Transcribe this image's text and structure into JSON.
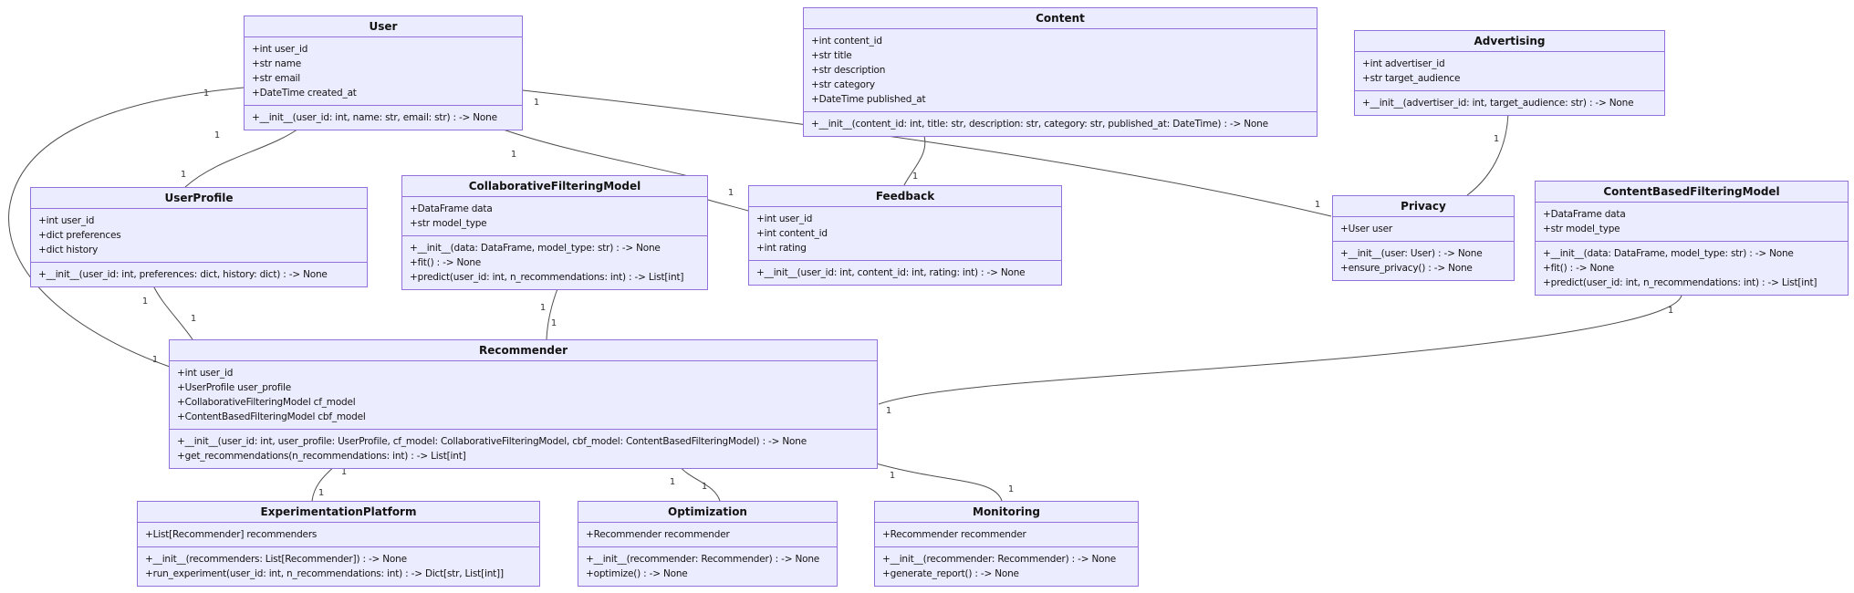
{
  "diagram": {
    "type": "uml-class-diagram",
    "colors": {
      "box_fill": "#ECECFF",
      "box_border": "#9370DB",
      "edge_line": "#4d4d4d",
      "background": "#ffffff"
    },
    "classes": [
      {
        "id": "user",
        "name": "User",
        "attributes": [
          "+int user_id",
          "+str name",
          "+str email",
          "+DateTime created_at"
        ],
        "methods": [
          "+__init__(user_id: int, name: str, email: str) : -> None"
        ]
      },
      {
        "id": "content",
        "name": "Content",
        "attributes": [
          "+int content_id",
          "+str title",
          "+str description",
          "+str category",
          "+DateTime published_at"
        ],
        "methods": [
          "+__init__(content_id: int, title: str, description: str, category: str, published_at: DateTime) : -> None"
        ]
      },
      {
        "id": "advertising",
        "name": "Advertising",
        "attributes": [
          "+int advertiser_id",
          "+str target_audience"
        ],
        "methods": [
          "+__init__(advertiser_id: int, target_audience: str) : -> None"
        ]
      },
      {
        "id": "user_profile",
        "name": "UserProfile",
        "attributes": [
          "+int user_id",
          "+dict preferences",
          "+dict history"
        ],
        "methods": [
          "+__init__(user_id: int, preferences: dict, history: dict) : -> None"
        ]
      },
      {
        "id": "collaborative_filtering_model",
        "name": "CollaborativeFilteringModel",
        "attributes": [
          "+DataFrame data",
          "+str model_type"
        ],
        "methods": [
          "+__init__(data: DataFrame, model_type: str) : -> None",
          "+fit() : -> None",
          "+predict(user_id: int, n_recommendations: int) : -> List[int]"
        ]
      },
      {
        "id": "feedback",
        "name": "Feedback",
        "attributes": [
          "+int user_id",
          "+int content_id",
          "+int rating"
        ],
        "methods": [
          "+__init__(user_id: int, content_id: int, rating: int) : -> None"
        ]
      },
      {
        "id": "privacy",
        "name": "Privacy",
        "attributes": [
          "+User user"
        ],
        "methods": [
          "+__init__(user: User) : -> None",
          "+ensure_privacy() : -> None"
        ]
      },
      {
        "id": "content_based_filtering_model",
        "name": "ContentBasedFilteringModel",
        "attributes": [
          "+DataFrame data",
          "+str model_type"
        ],
        "methods": [
          "+__init__(data: DataFrame, model_type: str) : -> None",
          "+fit() : -> None",
          "+predict(user_id: int, n_recommendations: int) : -> List[int]"
        ]
      },
      {
        "id": "recommender",
        "name": "Recommender",
        "attributes": [
          "+int user_id",
          "+UserProfile user_profile",
          "+CollaborativeFilteringModel cf_model",
          "+ContentBasedFilteringModel cbf_model"
        ],
        "methods": [
          "+__init__(user_id: int, user_profile: UserProfile, cf_model: CollaborativeFilteringModel, cbf_model: ContentBasedFilteringModel) : -> None",
          "+get_recommendations(n_recommendations: int) : -> List[int]"
        ]
      },
      {
        "id": "experimentation_platform",
        "name": "ExperimentationPlatform",
        "attributes": [
          "+List[Recommender] recommenders"
        ],
        "methods": [
          "+__init__(recommenders: List[Recommender]) : -> None",
          "+run_experiment(user_id: int, n_recommendations: int) : -> Dict[str, List[int]]"
        ]
      },
      {
        "id": "optimization",
        "name": "Optimization",
        "attributes": [
          "+Recommender recommender"
        ],
        "methods": [
          "+__init__(recommender: Recommender) : -> None",
          "+optimize() : -> None"
        ]
      },
      {
        "id": "monitoring",
        "name": "Monitoring",
        "attributes": [
          "+Recommender recommender"
        ],
        "methods": [
          "+__init__(recommender: Recommender) : -> None",
          "+generate_report() : -> None"
        ]
      }
    ],
    "relationships": [
      {
        "from": "User",
        "to": "UserProfile",
        "from_multiplicity": "1",
        "to_multiplicity": "1"
      },
      {
        "from": "User",
        "to": "Recommender",
        "from_multiplicity": "1",
        "to_multiplicity": "1"
      },
      {
        "from": "User",
        "to": "CollaborativeFilteringModel",
        "from_multiplicity": "1"
      },
      {
        "from": "CollaborativeFilteringModel",
        "to": "Feedback",
        "to_multiplicity": "1"
      },
      {
        "from": "Content",
        "to": "Feedback",
        "to_multiplicity": "1"
      },
      {
        "from": "User",
        "to": "Privacy",
        "from_multiplicity": "1",
        "to_multiplicity": "1"
      },
      {
        "from": "Advertising",
        "to": "Privacy",
        "from_multiplicity": "1"
      },
      {
        "from": "UserProfile",
        "to": "Recommender",
        "from_multiplicity": "1",
        "to_multiplicity": "1"
      },
      {
        "from": "CollaborativeFilteringModel",
        "to": "Recommender",
        "from_multiplicity": "1",
        "to_multiplicity": "1"
      },
      {
        "from": "ContentBasedFilteringModel",
        "to": "Recommender",
        "from_multiplicity": "1",
        "to_multiplicity": "1"
      },
      {
        "from": "Recommender",
        "to": "ExperimentationPlatform",
        "from_multiplicity": "1",
        "to_multiplicity": "1"
      },
      {
        "from": "Recommender",
        "to": "Optimization",
        "from_multiplicity": "1",
        "to_multiplicity": "1"
      },
      {
        "from": "Recommender",
        "to": "Monitoring",
        "from_multiplicity": "1",
        "to_multiplicity": "1"
      }
    ]
  }
}
